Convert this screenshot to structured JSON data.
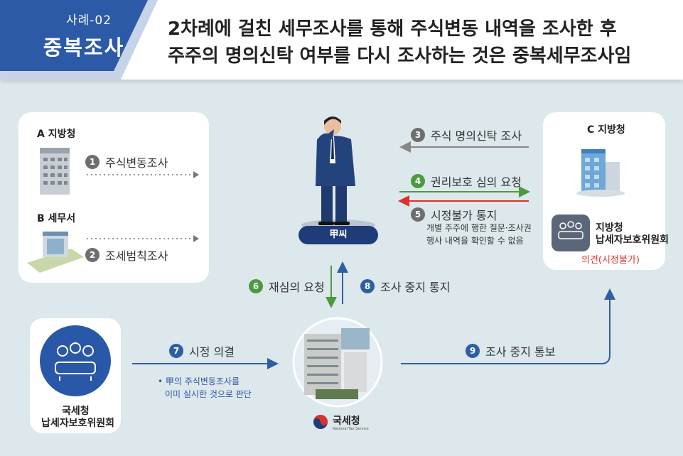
{
  "header": {
    "tag_sub": "사례-02",
    "tag_main": "중복조사",
    "headline_line1": "2차례에 걸친 세무조사를 통해 주식변동 내역을 조사한 후",
    "headline_line2": "주주의 명의신탁 여부를 다시 조사하는 것은 중복세무조사임"
  },
  "left_panel": {
    "office_a": "A 지방청",
    "office_b": "B 세무서",
    "step1": {
      "num": "1",
      "label": "주식변동조사"
    },
    "step2": {
      "num": "2",
      "label": "조세범칙조사"
    }
  },
  "center": {
    "person_label": "甲씨",
    "nts_logo": "국세청",
    "nts_logo_sub": "National Tax Service"
  },
  "right_panel": {
    "office_c": "C 지방청",
    "committee_line1": "지방청",
    "committee_line2": "납세자보호위원회",
    "opinion": "의견(시정불가)"
  },
  "flows": {
    "step3": {
      "num": "3",
      "label": "주식 명의신탁 조사"
    },
    "step4": {
      "num": "4",
      "label": "권리보호 심의 요청"
    },
    "step5": {
      "num": "5",
      "label": "시정불가 통지"
    },
    "step5_note_line1": "개별 주주에 행한 질문·조사권",
    "step5_note_line2": "행사 내역을 확인할 수 없음",
    "step6": {
      "num": "6",
      "label": "재심의 요청"
    },
    "step7": {
      "num": "7",
      "label": "시정 의결"
    },
    "step7_note_line1": "• 甲의 주식변동조사를",
    "step7_note_line2": "이미 실시한 것으로 판단",
    "step8": {
      "num": "8",
      "label": "조사 중지 통지"
    },
    "step9": {
      "num": "9",
      "label": "조사 중지 통보"
    }
  },
  "nts_panel": {
    "line1": "국세청",
    "line2": "납세자보호위원회"
  },
  "colors": {
    "navy": "#1e3c78",
    "green": "#4d9a3e",
    "red": "#d9342b",
    "blue": "#2f5ea6",
    "gray": "#6e6e6e"
  }
}
